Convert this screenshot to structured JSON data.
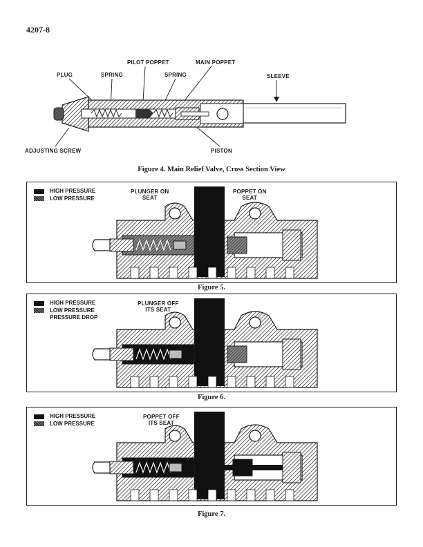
{
  "page_number": "4207-8",
  "figure4": {
    "caption": "Figure 4. Main Relief Valve, Cross Section View",
    "labels": {
      "plug": "PLUG",
      "spring_left": "SPRING",
      "pilot_poppet": "PILOT POPPET",
      "spring_right": "SPRING",
      "main_poppet": "MAIN POPPET",
      "sleeve": "SLEEVE",
      "adjusting_screw": "ADJUSTING SCREW",
      "piston": "PISTON"
    }
  },
  "figure5": {
    "caption": "Figure 5.",
    "legend": [
      "HIGH PRESSURE",
      "LOW PRESSURE"
    ],
    "callouts": [
      "PLUNGER ON\nSEAT",
      "POPPET ON\nSEAT"
    ]
  },
  "figure6": {
    "caption": "Figure 6.",
    "legend": [
      "HIGH PRESSURE",
      "LOW PRESSURE",
      "PRESSURE DROP"
    ],
    "callouts": [
      "PLUNGER OFF\nITS SEAT"
    ]
  },
  "figure7": {
    "caption": "Figure 7.",
    "legend": [
      "HIGH PRESSURE",
      "LOW PRESSURE"
    ],
    "callouts": [
      "POPPET OFF\nITS SEAT"
    ]
  },
  "colors": {
    "ink": "#1a1a1a",
    "high_pressure": "#111111",
    "low_pressure": "hatched-gray",
    "metal": "#cfcfcf"
  }
}
